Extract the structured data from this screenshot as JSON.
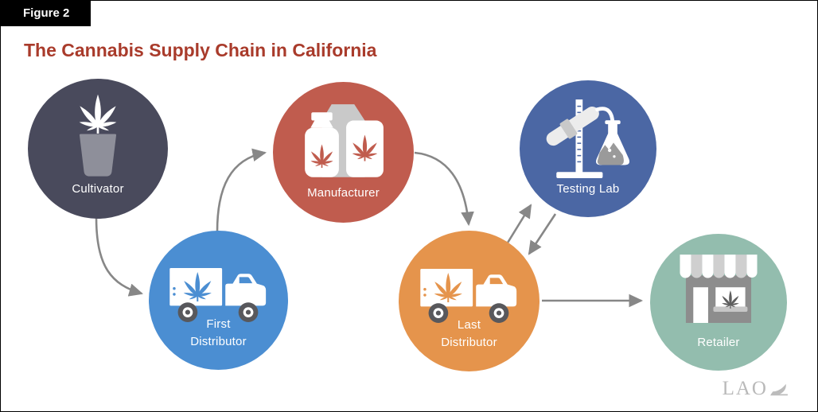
{
  "figure": {
    "tag": "Figure 2",
    "title": "The Cannabis Supply Chain in California"
  },
  "nodes": [
    {
      "id": "cultivator",
      "lines": [
        "Cultivator"
      ],
      "color": "#494a5c",
      "icon": "cannabis-plant-icon"
    },
    {
      "id": "first-distributor",
      "lines": [
        "First",
        "Distributor"
      ],
      "color": "#4b8ed2",
      "icon": "delivery-truck-icon"
    },
    {
      "id": "manufacturer",
      "lines": [
        "Manufacturer"
      ],
      "color": "#c05c4e",
      "icon": "product-containers-icon"
    },
    {
      "id": "testing-lab",
      "lines": [
        "Testing Lab"
      ],
      "color": "#4b67a4",
      "icon": "lab-equipment-icon"
    },
    {
      "id": "last-distributor",
      "lines": [
        "Last",
        "Distributor"
      ],
      "color": "#e5944c",
      "icon": "delivery-truck-icon"
    },
    {
      "id": "retailer",
      "lines": [
        "Retailer"
      ],
      "color": "#93bdae",
      "icon": "storefront-icon"
    }
  ],
  "edges": [
    {
      "from": "Cultivator",
      "to": "First Distributor"
    },
    {
      "from": "First Distributor",
      "to": "Manufacturer"
    },
    {
      "from": "Manufacturer",
      "to": "Last Distributor"
    },
    {
      "from": "Last Distributor",
      "to": "Testing Lab"
    },
    {
      "from": "Testing Lab",
      "to": "Last Distributor"
    },
    {
      "from": "Last Distributor",
      "to": "Retailer"
    }
  ],
  "logo": {
    "text": "LAO"
  },
  "colors": {
    "arrow": "#878787",
    "title_text": "#a93b2b",
    "figure_tag_bg": "#000000",
    "figure_tag_text": "#ffffff",
    "node_label_text": "#ffffff"
  }
}
